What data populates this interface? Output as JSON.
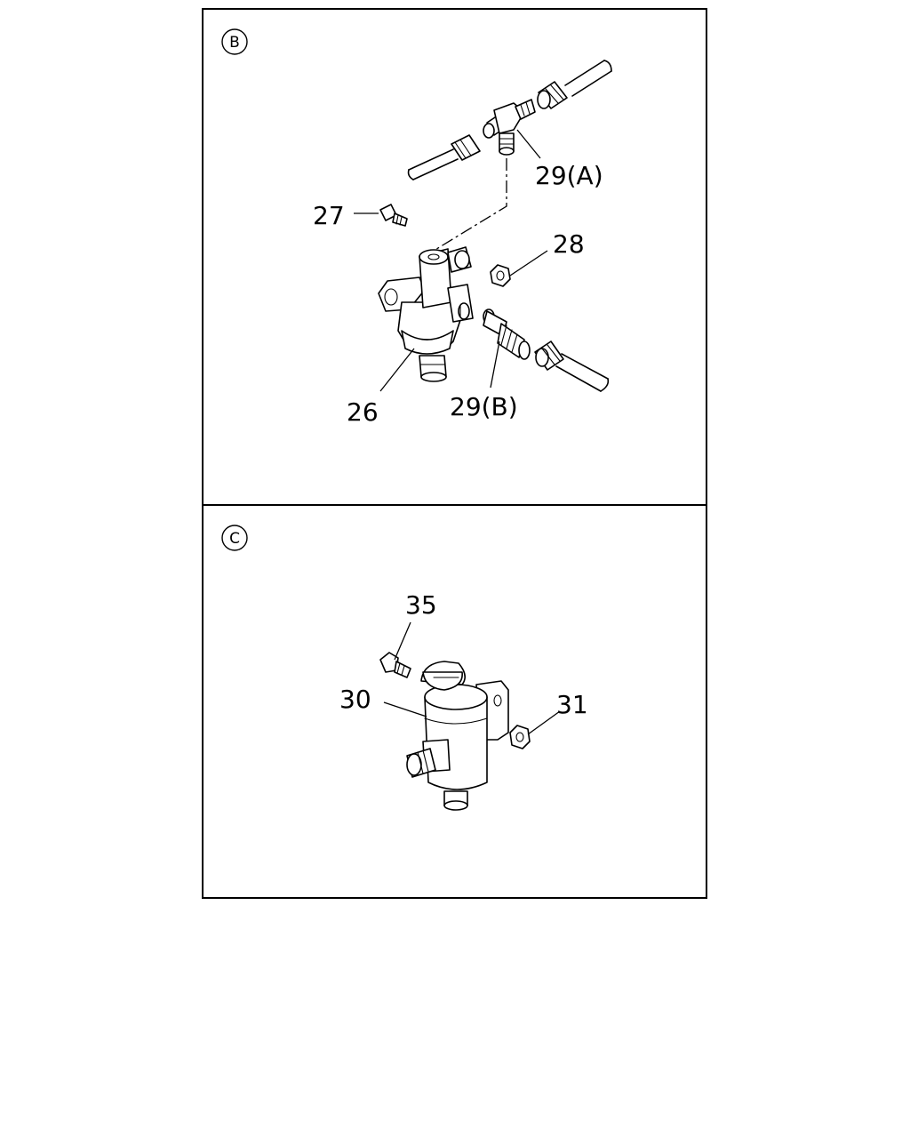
{
  "sections": [
    {
      "id": "B",
      "badge": "B",
      "callouts": {
        "c27": "27",
        "c28": "28",
        "c26": "26",
        "c29a": "29(A)",
        "c29b": "29(B)"
      }
    },
    {
      "id": "C",
      "badge": "C",
      "callouts": {
        "c35": "35",
        "c30": "30",
        "c31": "31"
      }
    }
  ]
}
